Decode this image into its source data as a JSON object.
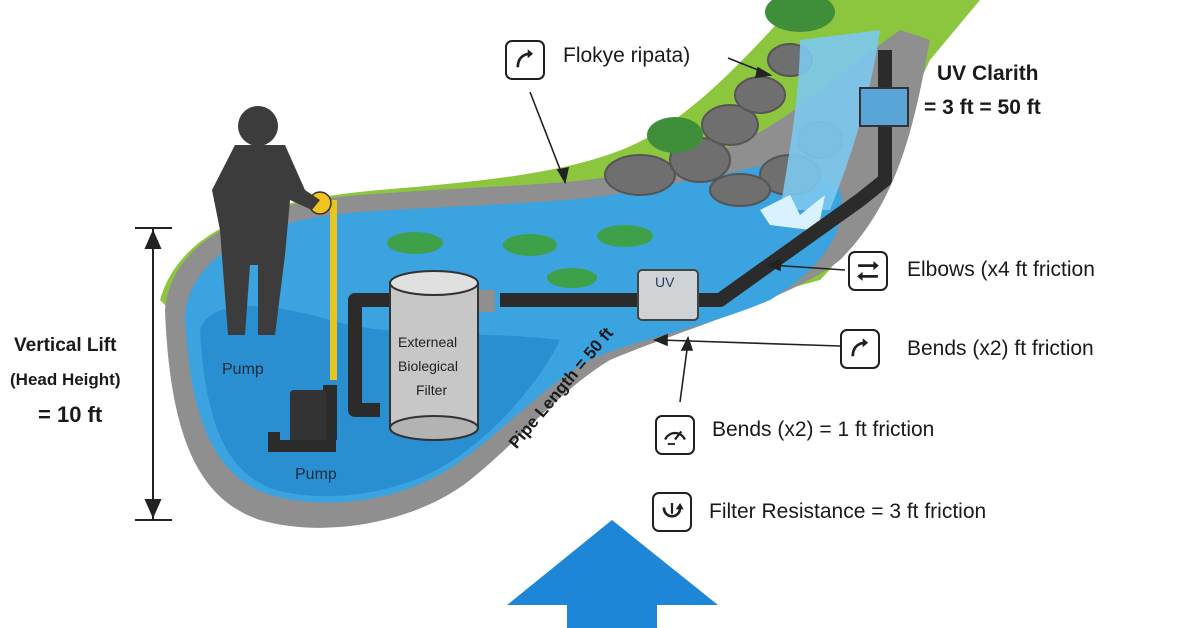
{
  "callouts": {
    "flokye": "Flokye ripata)",
    "uv_title": "UV Clarith",
    "uv_value": "= 3 ft = 50 ft",
    "elbows": "Elbows (x4 ft friction",
    "bends_top": "Bends (x2)  ft friction",
    "bends_bottom": "Bends (x2) = 1 ft friction",
    "filter_resistance": "Filter Resistance  = 3 ft friction"
  },
  "vertical_lift": {
    "line1": "Vertical Lift",
    "line2": "(Head Height)",
    "line3": "= 10 ft"
  },
  "labels": {
    "pump_upper": "Pump",
    "pump_lower": "Pump",
    "filter_line1": "Externeal",
    "filter_line2": "Biolegical",
    "filter_line3": "Filter",
    "uv_unit": "UV",
    "pipe_length": "Pipe Length = 50 ft"
  },
  "colors": {
    "water": "#3aa3e0",
    "water_dark": "#1b7fc4",
    "grass": "#8cc63f",
    "liner": "#9a9a9a",
    "pipe": "#2b2b2b",
    "arrow": "#1e86d6"
  },
  "icons": [
    "curved-arrow-icon",
    "swap-arrows-icon",
    "curved-arrow-icon",
    "gauge-icon",
    "filter-flow-icon"
  ]
}
